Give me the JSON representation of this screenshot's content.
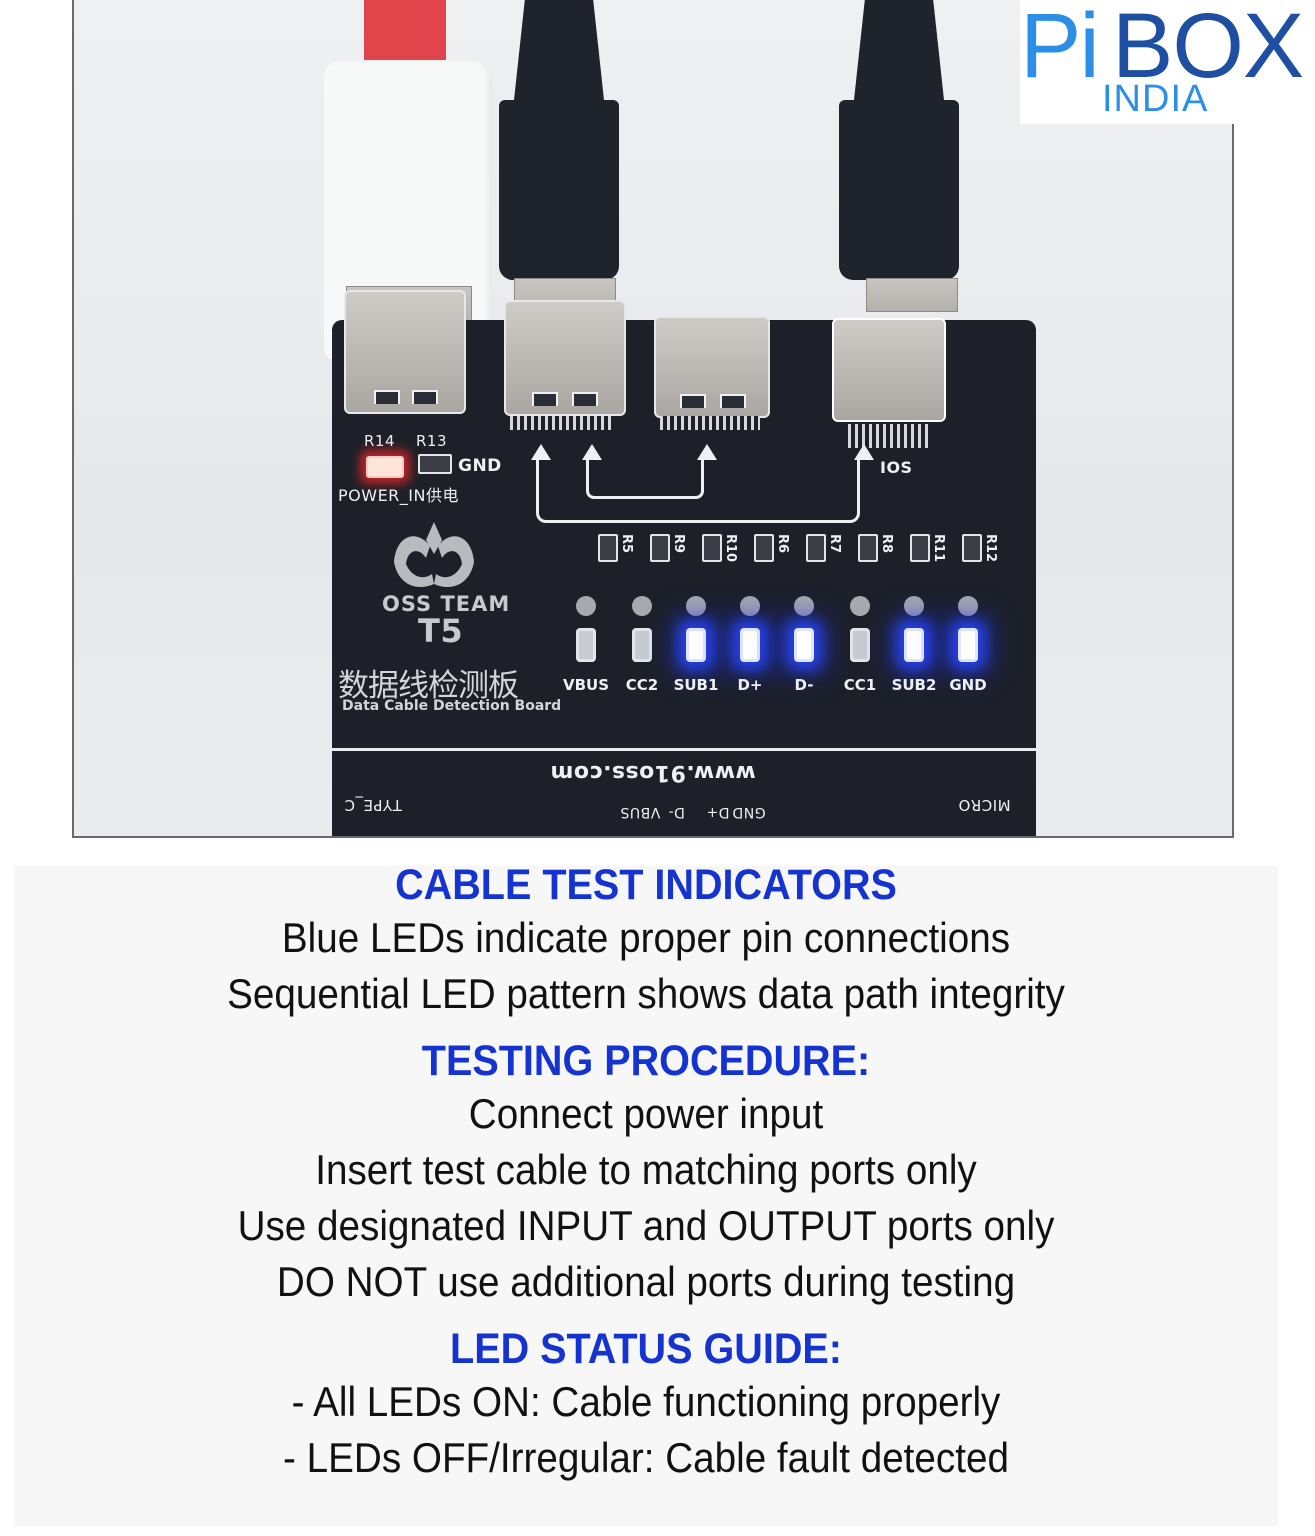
{
  "brand": {
    "logo_primary": "PiBOX",
    "logo_pi": "Pi",
    "logo_box": "BOX",
    "logo_secondary": "INDIA",
    "colors": {
      "light_blue": "#2b8fe8",
      "dark_blue": "#1f4fa3"
    }
  },
  "board": {
    "maker": "OSS TEAM",
    "model": "T5",
    "title_cn": "数据线检测板",
    "title_en": "Data Cable Detection Board",
    "website": "www.91oss.com",
    "power": {
      "resistor_left": "R14",
      "resistor_right": "R13",
      "gnd_label": "GND",
      "power_label": "POWER_IN供电",
      "power_led_color": "#ff3b3b"
    },
    "ios_label": "IOS",
    "resistors": [
      "R5",
      "R9",
      "R10",
      "R6",
      "R7",
      "R8",
      "R11",
      "R12"
    ],
    "leds": [
      {
        "label": "VBUS",
        "on": false
      },
      {
        "label": "CC2",
        "on": false
      },
      {
        "label": "SUB1",
        "on": true
      },
      {
        "label": "D+",
        "on": true
      },
      {
        "label": "D-",
        "on": true
      },
      {
        "label": "CC1",
        "on": false
      },
      {
        "label": "SUB2",
        "on": true
      },
      {
        "label": "GND",
        "on": true
      }
    ],
    "led_on_color": "#2a46ff",
    "bottom_labels": {
      "left": "TYPE_C",
      "right": "MICRO",
      "pins": [
        "GND",
        "D+",
        "D-",
        "VBUS"
      ]
    },
    "pcb_color": "#1d2028"
  },
  "sections": [
    {
      "title": "CABLE TEST INDICATORS",
      "lines": [
        "Blue LEDs indicate proper pin connections",
        "Sequential LED pattern shows data path integrity"
      ]
    },
    {
      "title": "TESTING PROCEDURE:",
      "lines": [
        "Connect power input",
        "Insert test cable to matching ports only",
        "Use designated INPUT and OUTPUT ports only",
        "DO NOT use additional ports during testing"
      ]
    },
    {
      "title": "LED STATUS GUIDE:",
      "lines": [
        "- All LEDs ON: Cable functioning properly",
        "- LEDs OFF/Irregular: Cable fault detected"
      ]
    }
  ],
  "colors": {
    "heading_blue": "#1533d1",
    "body_text": "#111111",
    "panel_bg": "#f7f7f8"
  }
}
